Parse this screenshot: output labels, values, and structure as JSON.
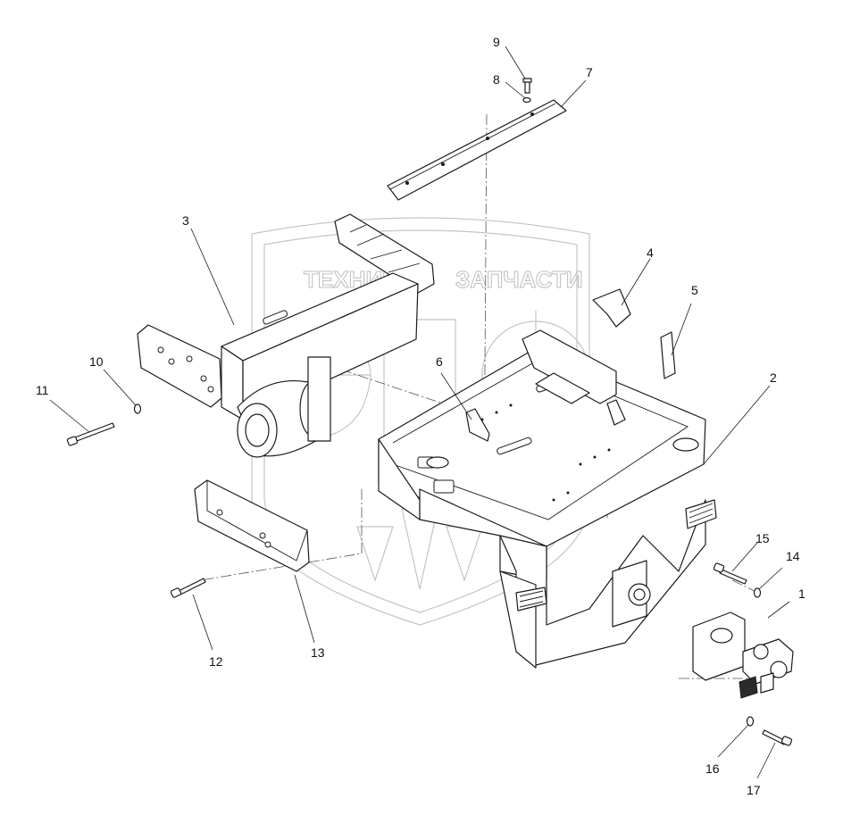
{
  "watermark": {
    "text_left": "ТЕХНИКА",
    "text_right": "ЗАПЧАСТИ",
    "emblem": "shield-emblem",
    "color": "#c4c4c4"
  },
  "callouts": [
    {
      "id": "c1",
      "label": "1"
    },
    {
      "id": "c2",
      "label": "2"
    },
    {
      "id": "c3",
      "label": "3"
    },
    {
      "id": "c4",
      "label": "4"
    },
    {
      "id": "c5",
      "label": "5"
    },
    {
      "id": "c6",
      "label": "6"
    },
    {
      "id": "c7",
      "label": "7"
    },
    {
      "id": "c8",
      "label": "8"
    },
    {
      "id": "c9",
      "label": "9"
    },
    {
      "id": "c10",
      "label": "10"
    },
    {
      "id": "c11",
      "label": "11"
    },
    {
      "id": "c12",
      "label": "12"
    },
    {
      "id": "c13",
      "label": "13"
    },
    {
      "id": "c14",
      "label": "14"
    },
    {
      "id": "c15",
      "label": "15"
    },
    {
      "id": "c16",
      "label": "16"
    },
    {
      "id": "c17",
      "label": "17"
    }
  ]
}
